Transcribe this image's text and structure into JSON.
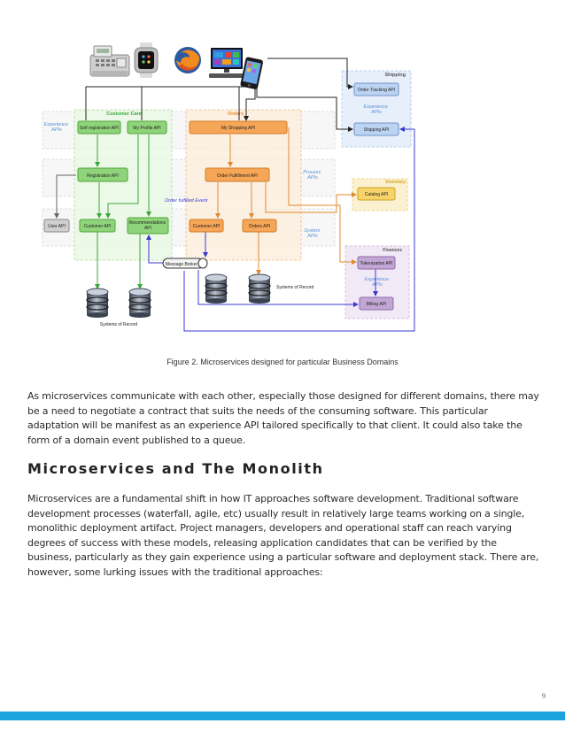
{
  "figure": {
    "caption": "Figure 2. Microservices designed for particular Business Domains",
    "zones": {
      "customer_care": "Customer Care",
      "orders": "Orders",
      "shipping": "Shipping",
      "inventory": "Inventory",
      "finances": "Finances"
    },
    "layer_labels": {
      "experience_left": [
        "Experience",
        "APIs"
      ],
      "experience_shipping": [
        "Experience",
        "APIs"
      ],
      "process": [
        "Process",
        "APIs"
      ],
      "system": [
        "System",
        "APIs"
      ],
      "experience_finances": [
        "Experience",
        "APIs"
      ]
    },
    "boxes": {
      "self_registration": "Self registration API",
      "my_profile": "My Profile API",
      "my_shopping": "My Shopping API",
      "registration": "Registration API",
      "order_fulfillment": "Order Fulfillment API",
      "user": "User API",
      "customer_left": "Customer API",
      "recommendations": [
        "Recommendations",
        "API"
      ],
      "customer_orders": "Customer API",
      "orders": "Orders API",
      "order_tracking": "Order Tracking  API",
      "shipping": "Shipping  API",
      "catalog": "Catalog API",
      "tokenization": "Tokenization API",
      "billing": "Billing API"
    },
    "message_broker": "Message Broker",
    "event_label": "Order fulfilled Event",
    "systems_of_record_left": "Systems of Record",
    "systems_of_record_right": "Systems of Record",
    "devices": [
      "cash-register-icon",
      "smartwatch-icon",
      "firefox-browser-icon",
      "desktop-computer-icon",
      "smartphone-icon"
    ]
  },
  "body": {
    "paragraph1": "As microservices communicate with each other, especially those designed for different domains, there may be a need to negotiate a contract that suits the needs of the consuming software. This particular adaptation will be manifest as an experience API tailored specifically to that client. It could also take the form of a domain event published to a queue.",
    "heading": "Microservices and The Monolith",
    "paragraph2": "Microservices are a fundamental shift in how IT approaches software development.  Traditional software development processes (waterfall, agile, etc) usually result in relatively large teams working on a single, monolithic deployment artifact.  Project managers, developers and operational staff  can reach varying degrees of success with these models, releasing application candidates that can be verified by the business, particularly as they gain experience using a particular software and deployment stack.  There are, however, some lurking issues with the traditional approaches:"
  },
  "page_number": "9",
  "colors": {
    "green_box": "#8fd47a",
    "orange_box": "#f6a657",
    "gray_box": "#d0d0d0",
    "blue_box": "#bcd3f2",
    "yellow_box": "#f6d469",
    "purple_box": "#c2a7d4",
    "footer_bar": "#1ba3dd",
    "layer_label": "#5b8fd6"
  }
}
